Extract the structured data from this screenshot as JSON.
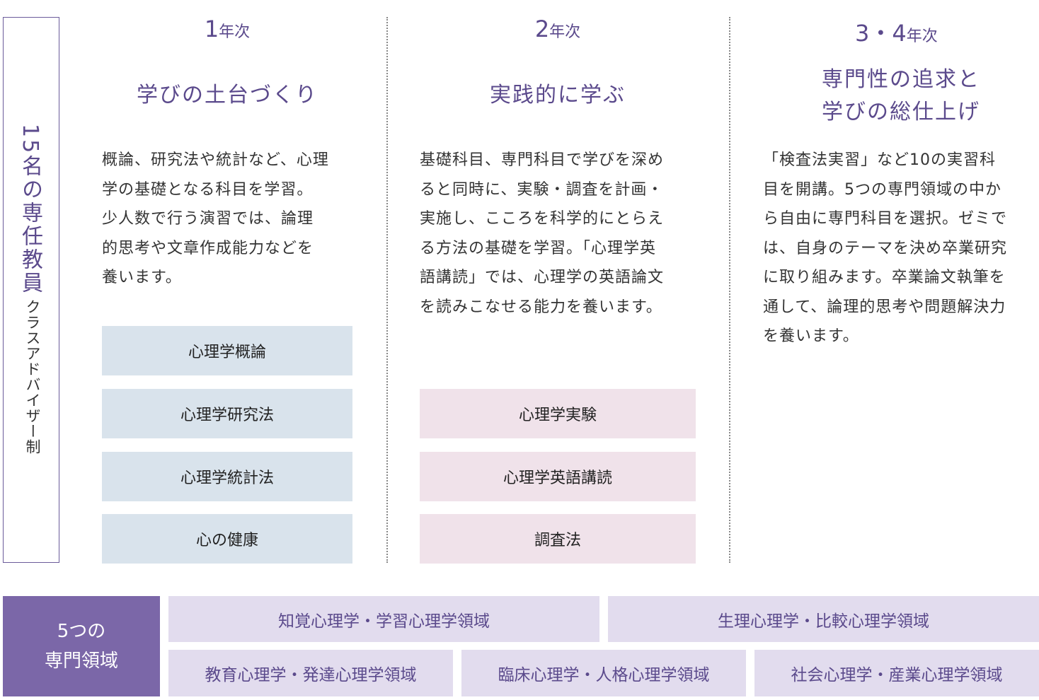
{
  "side": {
    "main": "15名の専任教員",
    "sub": "クラスアドバイザー制"
  },
  "columns": [
    {
      "year_num": "1",
      "year_suffix": "年次",
      "title_lines": [
        "学びの土台づくり"
      ],
      "description_lines": [
        "概論、研究法や統計など、心理",
        "学の基礎となる科目を学習。",
        "少人数で行う演習では、論理",
        "的思考や文章作成能力などを",
        "養います。"
      ],
      "courses": [
        "心理学概論",
        "心理学研究法",
        "心理学統計法",
        "心の健康"
      ]
    },
    {
      "year_num": "2",
      "year_suffix": "年次",
      "title_lines": [
        "実践的に学ぶ"
      ],
      "description_lines": [
        "基礎科目、専門科目で学びを深め",
        "ると同時に、実験・調査を計画・",
        "実施し、こころを科学的にとらえ",
        "る方法の基礎を学習。「心理学英",
        "語講読」では、心理学の英語論文",
        "を読みこなせる能力を養います。"
      ],
      "courses": [
        "心理学実験",
        "心理学英語講読",
        "調査法"
      ]
    },
    {
      "year_num": "3・4",
      "year_suffix": "年次",
      "title_lines": [
        "専門性の追求と",
        "学びの総仕上げ"
      ],
      "description_lines": [
        "「検査法実習」など10の実習科",
        "目を開講。5つの専門領域の中か",
        "ら自由に専門科目を選択。ゼミで",
        "は、自身のテーマを決め卒業研究",
        "に取り組みます。卒業論文執筆を",
        "通して、論理的思考や問題解決力",
        "を養います。"
      ],
      "courses": []
    }
  ],
  "areas": {
    "label_lines": [
      "5つの",
      "専門領域"
    ],
    "items": [
      "知覚心理学・学習心理学領域",
      "生理心理学・比較心理学領域",
      "教育心理学・発達心理学領域",
      "臨床心理学・人格心理学領域",
      "社会心理学・産業心理学領域"
    ]
  },
  "colors": {
    "accent": "#5b4a8c",
    "areas_label_bg": "#7b67a8",
    "area_bg": "#e2dcee",
    "course_year1_bg": "#d9e3ec",
    "course_year2_bg": "#f0e2ea"
  }
}
